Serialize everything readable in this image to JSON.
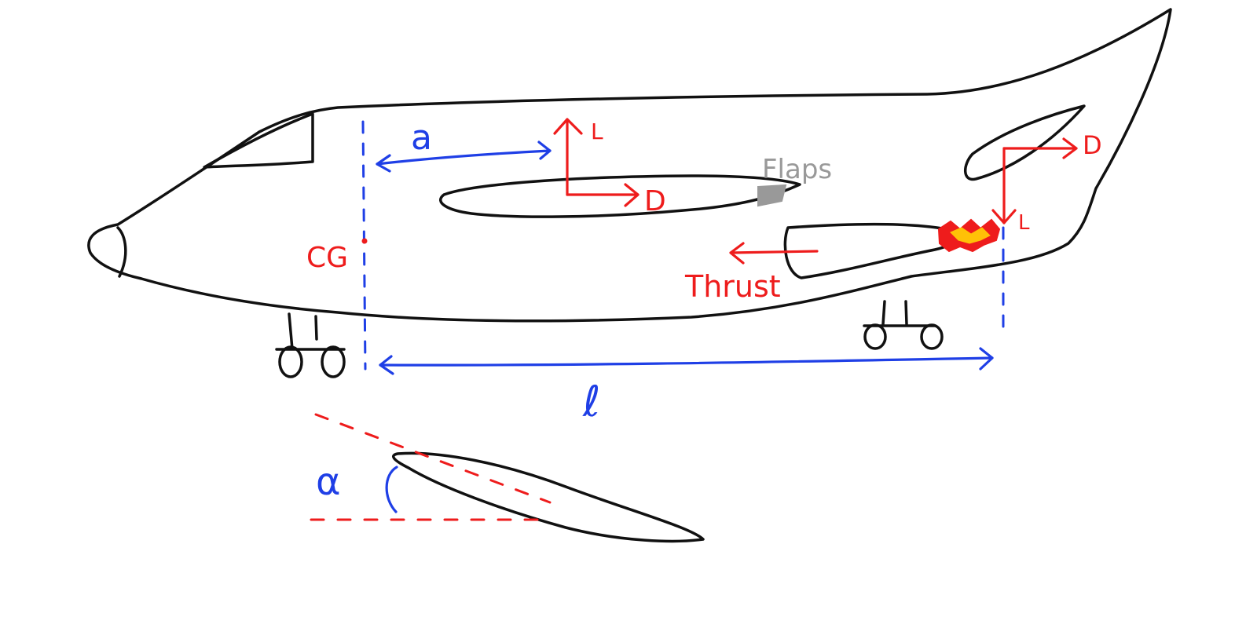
{
  "labels": {
    "wing_lift": "L",
    "wing_drag": "D",
    "flaps": "Flaps",
    "tail_drag": "D",
    "tail_lift": "L",
    "cg": "CG",
    "thrust": "Thrust",
    "dist_a": "a",
    "dist_l": "ℓ",
    "alpha": "α"
  },
  "colors": {
    "outline": "#111111",
    "force": "#ee1c1c",
    "dimension": "#1f3fe6",
    "flaps": "#999999",
    "exhaust_outer": "#ee1c1c",
    "exhaust_inner": "#ffc107"
  }
}
